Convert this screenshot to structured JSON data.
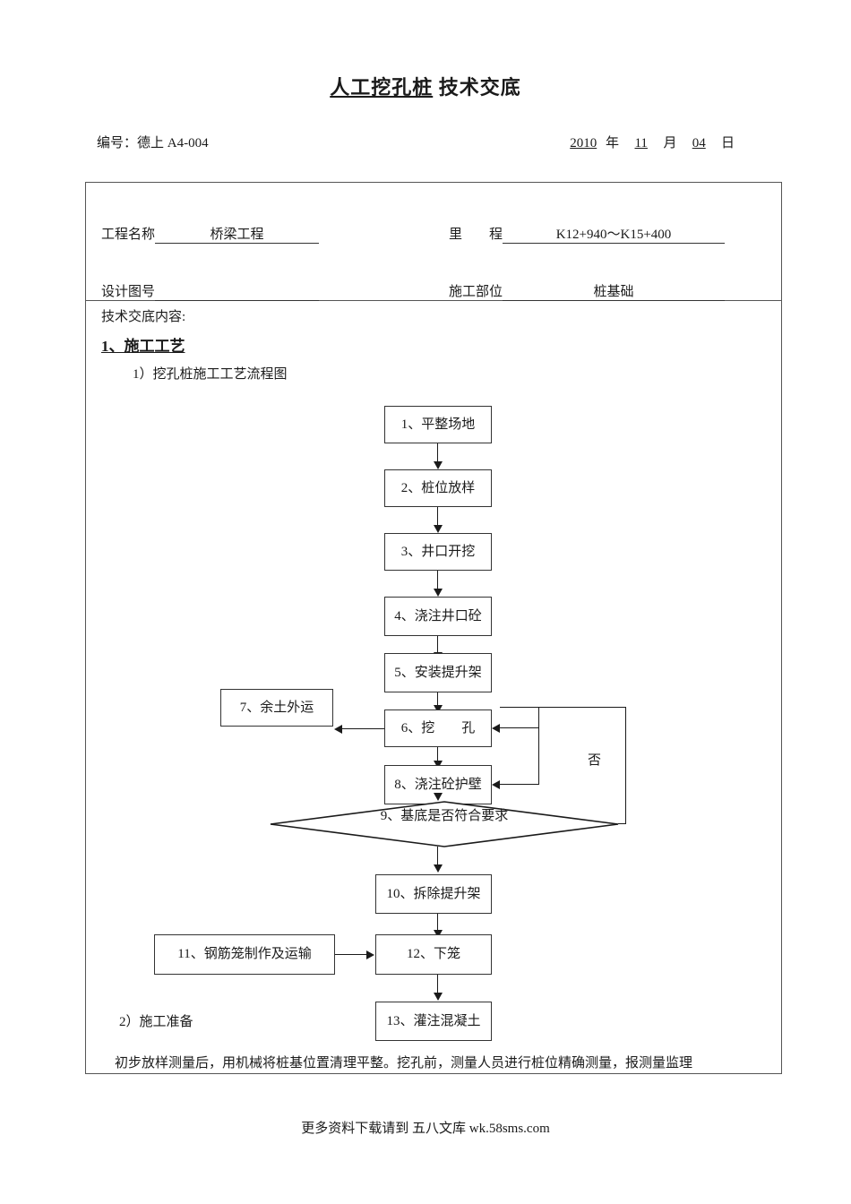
{
  "document": {
    "title_underlined": "人工挖孔桩",
    "title_rest": " 技术交底",
    "number_label": "编号：",
    "number_value": "德上 A4-004",
    "date": {
      "year": "2010",
      "year_unit": "年",
      "month": "11",
      "month_unit": "月",
      "day": "04",
      "day_unit": "日"
    }
  },
  "form": {
    "project_name_label": "工程名称",
    "project_name_value": "桥梁工程",
    "mileage_label": "里　　程",
    "mileage_value": "K12+940～K15+400",
    "drawing_no_label": "设计图号",
    "drawing_no_value": "",
    "work_part_label": "施工部位",
    "work_part_value": "桩基础"
  },
  "body": {
    "content_heading": "技术交底内容:",
    "section_number": "1、",
    "section_title": "施工工艺",
    "sub_item_1": "1）挖孔桩施工工艺流程图",
    "sub_item_2": "2）施工准备",
    "tail_paragraph": "初步放样测量后，用机械将桩基位置清理平整。挖孔前，测量人员进行桩位精确测量，报测量监理"
  },
  "flowchart": {
    "nodes": [
      {
        "id": 1,
        "label": "1、平整场地"
      },
      {
        "id": 2,
        "label": "2、桩位放样"
      },
      {
        "id": 3,
        "label": "3、井口开挖"
      },
      {
        "id": 4,
        "label": "4、浇注井口砼"
      },
      {
        "id": 5,
        "label": "5、安装提升架"
      },
      {
        "id": 6,
        "label": "6、挖　　孔"
      },
      {
        "id": 7,
        "label": "7、余土外运"
      },
      {
        "id": 8,
        "label": "8、浇注砼护壁"
      },
      {
        "id": 9,
        "label": "9、基底是否符合要求"
      },
      {
        "id": 10,
        "label": "10、拆除提升架"
      },
      {
        "id": 11,
        "label": "11、钢筋笼制作及运输"
      },
      {
        "id": 12,
        "label": "12、下笼"
      },
      {
        "id": 13,
        "label": "13、灌注混凝土"
      }
    ],
    "branch_label_no": "否"
  },
  "footer": {
    "text": "更多资料下载请到 五八文库 wk.58sms.com"
  }
}
